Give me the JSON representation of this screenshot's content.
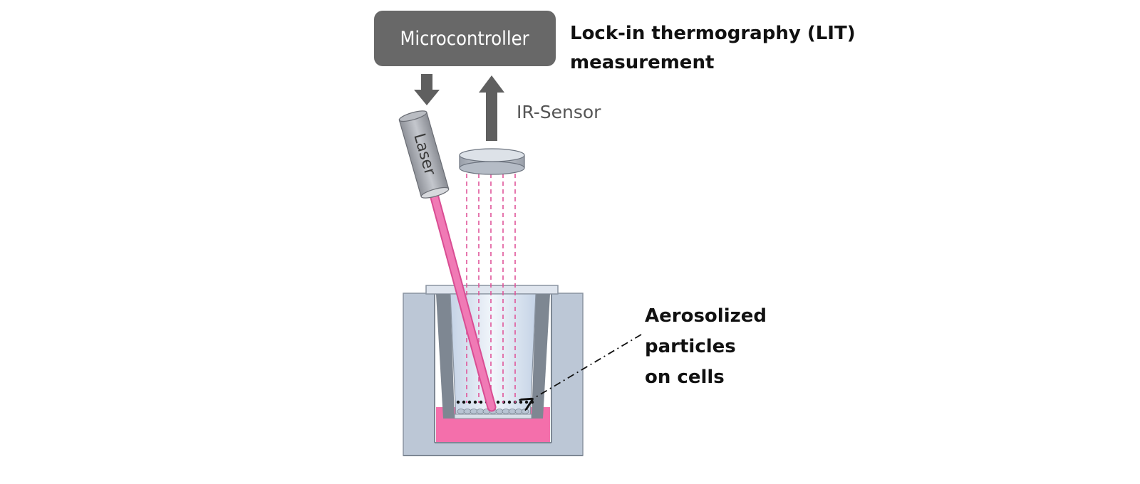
{
  "microcontroller": {
    "label": "Microcontroller"
  },
  "title": {
    "line1": "Lock-in thermography (LIT)",
    "line2": "measurement"
  },
  "ir_sensor": {
    "label": "IR-Sensor"
  },
  "laser": {
    "label": "Laser"
  },
  "callout": {
    "line1": "Aerosolized",
    "line2": "particles",
    "line3": "on cells"
  },
  "colors": {
    "controller_box": "#686868",
    "arrows": "#5f5f5f",
    "laser_beam": "#ef5fa7",
    "medium": "#f46fab",
    "well_plate": "#bcc7d6",
    "well_outline": "#7d8794",
    "ir_rays": "#e0559a"
  }
}
